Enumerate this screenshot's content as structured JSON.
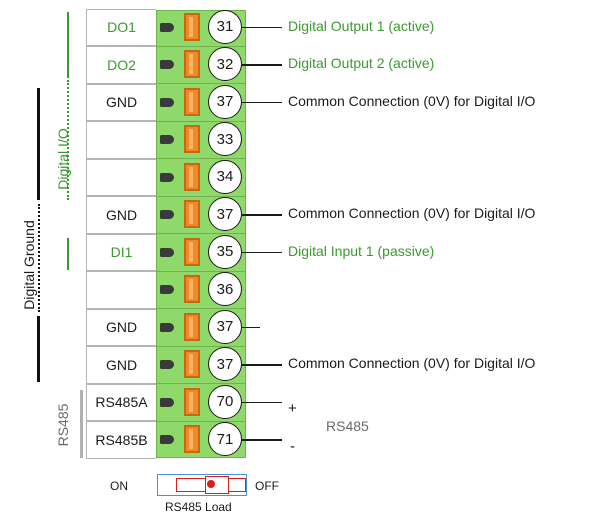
{
  "rows": [
    {
      "label": "DO1",
      "terminal": "31",
      "description": "Digital Output 1 (active)",
      "green": true
    },
    {
      "label": "DO2",
      "terminal": "32",
      "description": "Digital Output 2 (active)",
      "green": true
    },
    {
      "label": "GND",
      "terminal": "37",
      "description": "Common Connection (0V) for Digital I/O",
      "green": false
    },
    {
      "label": "",
      "terminal": "33",
      "description": "",
      "green": false
    },
    {
      "label": "",
      "terminal": "34",
      "description": "",
      "green": false
    },
    {
      "label": "GND",
      "terminal": "37",
      "description": "Common Connection (0V) for Digital I/O",
      "green": false
    },
    {
      "label": "DI1",
      "terminal": "35",
      "description": "Digital Input 1 (passive)",
      "green": true
    },
    {
      "label": "",
      "terminal": "36",
      "description": "",
      "green": false
    },
    {
      "label": "GND",
      "terminal": "37",
      "description": "",
      "green": false
    },
    {
      "label": "GND",
      "terminal": "37",
      "description": "Common Connection (0V) for Digital I/O",
      "green": false
    },
    {
      "label": "RS485A",
      "terminal": "70",
      "description": "",
      "green": false
    },
    {
      "label": "RS485B",
      "terminal": "71",
      "description": "",
      "green": false
    }
  ],
  "groups": {
    "digital_io": "Digital I/O",
    "digital_ground": "Digital Ground",
    "rs485": "RS485"
  },
  "rs485_side": {
    "plus": "+",
    "minus": "-",
    "label": "RS485"
  },
  "switch": {
    "on": "ON",
    "off": "OFF",
    "caption": "RS485 Load"
  },
  "colors": {
    "green_text": "#3a9a2f",
    "block": "#8fd96a",
    "lever": "#f08a24",
    "switch_red": "#e01b1b",
    "switch_blue": "#4a8fd8"
  }
}
